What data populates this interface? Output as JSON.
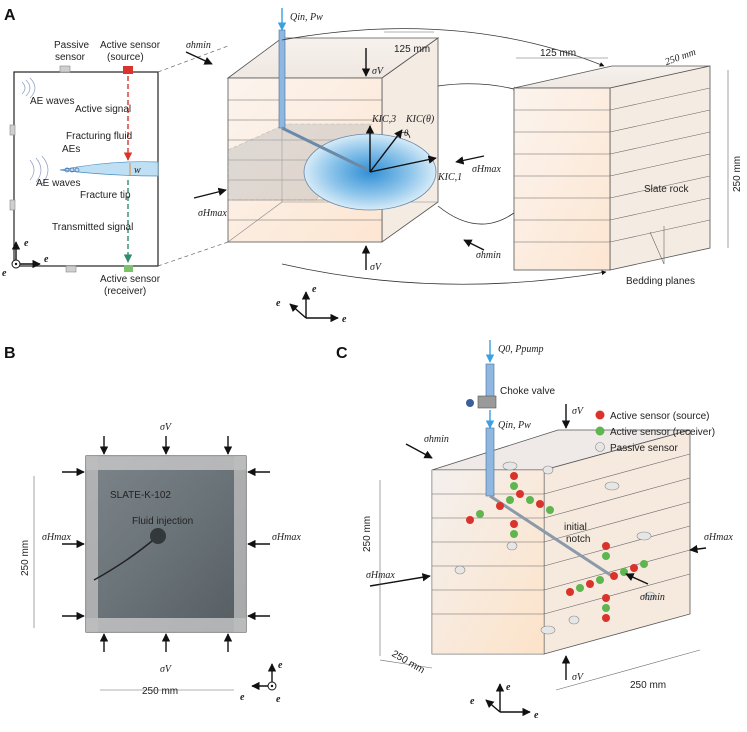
{
  "panels": {
    "a": "A",
    "b": "B",
    "c": "C"
  },
  "panel_a": {
    "schematic": {
      "passive_sensor": [
        "Passive",
        "sensor"
      ],
      "active_source": [
        "Active sensor",
        "(source)"
      ],
      "ae_waves_top": "AE waves",
      "active_signal": "Active signal",
      "fracturing_fluid": "Fracturing fluid",
      "aes": "AEs",
      "ae_waves_mid": "AE waves",
      "width": "w",
      "fracture_tip": "Fracture tip",
      "transmitted_signal": "Transmitted signal",
      "active_receiver": [
        "Active sensor",
        "(receiver)"
      ],
      "axis_e2": "e",
      "axis_e1": "e",
      "axis_e3": "e"
    },
    "block": {
      "q_in": "Qin, Pw",
      "sigma_hmin_top": "σhmin",
      "sigma_v_top": "σV",
      "dim_125_left": "125 mm",
      "k_ic3": "KIC,3",
      "k_ic_theta": "KIC(θ)",
      "theta": "θ",
      "k_ic1": "KIC,1",
      "sigma_hmax_left": "σHmax",
      "sigma_hmax_right": "σHmax",
      "sigma_v_bottom": "σV",
      "sigma_hmin_bottom": "σhmin"
    },
    "slab": {
      "dim_125": "125 mm",
      "dim_250_top": "250 mm",
      "dim_250_side": "250 mm",
      "slate_rock": "Slate rock",
      "bedding_planes": "Bedding planes"
    },
    "axes": {
      "e3": "e",
      "e2": "e",
      "e1": "e"
    }
  },
  "panel_b": {
    "photo_text": "SLATE-K-102",
    "fluid_injection": "Fluid injection",
    "sigma_v_top": "σV",
    "sigma_v_bottom": "σV",
    "sigma_hmax_left": "σHmax",
    "sigma_hmax_right": "σHmax",
    "dim_left": "250 mm",
    "dim_bottom": "250 mm",
    "axes": {
      "e3": "e",
      "e1": "e",
      "e2": "e"
    }
  },
  "panel_c": {
    "q0": "Q0, Ppump",
    "choke_valve": "Choke valve",
    "q_in": "Qin, Pw",
    "sigma_v_top": "σV",
    "sigma_hmin_top": "σhmin",
    "legend": [
      {
        "label": "Active sensor (source)",
        "color": "#d9332b"
      },
      {
        "label": "Active sensor (receiver)",
        "color": "#5fb54f"
      },
      {
        "label": "Passive sensor",
        "color": "#e6e6e6"
      }
    ],
    "initial_notch": [
      "initial",
      "notch"
    ],
    "sigma_hmax_right": "σHmax",
    "dim_left": "250 mm",
    "sigma_hmax_left": "σHmax",
    "sigma_hmin_bottom": "σhmin",
    "dim_bottom_left": "250 mm",
    "dim_bottom_right": "250 mm",
    "sigma_v_bottom": "σV",
    "axes": {
      "e3": "e",
      "e2": "e",
      "e1": "e"
    }
  },
  "colors": {
    "source": "#d9332b",
    "receiver": "#5fb54f",
    "fluid": "#4aa3df",
    "fracture": "#2f8fd6"
  }
}
